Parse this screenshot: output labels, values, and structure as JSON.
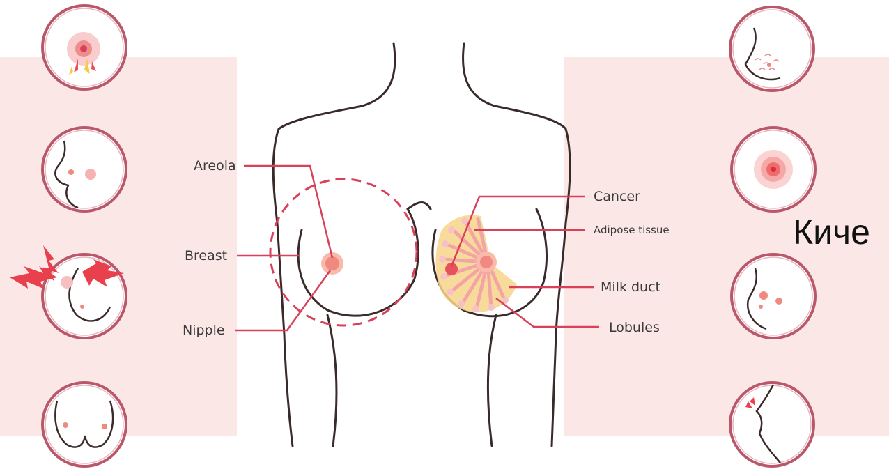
{
  "labels": {
    "areola": "Areola",
    "breast": "Breast",
    "nipple": "Nipple",
    "cancer": "Cancer",
    "adipose": "Adipose tissue",
    "milk_duct": "Milk duct",
    "lobules": "Lobules"
  },
  "overlay_text": "Киче",
  "colors": {
    "background_band": "#fce7e7",
    "circle_ring": "#b9586a",
    "leader_line": "#d9405a",
    "outline": "#3a2a2a",
    "nipple": "#f08a80",
    "adipose": "#f7d58a"
  },
  "symptom_icons": [
    "nipple-discharge-icon",
    "breast-side-lump-icon",
    "breast-pain-icon",
    "breast-asymmetry-icon",
    "skin-dimpling-icon",
    "nipple-redness-icon",
    "multiple-lumps-icon",
    "nipple-retraction-icon"
  ]
}
